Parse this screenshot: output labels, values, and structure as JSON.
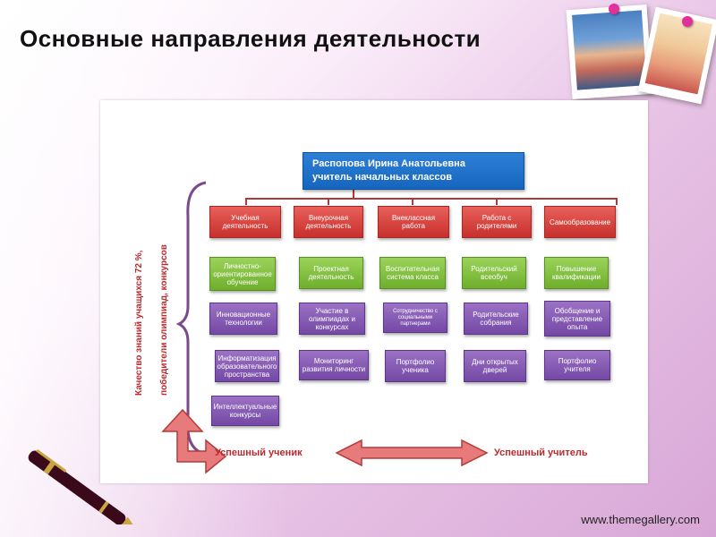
{
  "title": "Основные направления деятельности",
  "head": {
    "line1": "Распопова Ирина Анатольевна",
    "line2": "учитель начальных классов"
  },
  "columns": [
    {
      "header": "Учебная деятельность",
      "items": [
        {
          "text": "Личностно-ориентированное обучение",
          "style": "green"
        },
        {
          "text": "Инновационные технологии",
          "style": "purple"
        },
        {
          "text": "Информатизация образовательного пространства",
          "style": "purple"
        },
        {
          "text": "Интеллектуальные конкурсы",
          "style": "purple"
        }
      ]
    },
    {
      "header": "Внеурочная деятельность",
      "items": [
        {
          "text": "Проектная деятельность",
          "style": "green"
        },
        {
          "text": "Участие в олимпиадах и конкурсах",
          "style": "purple"
        },
        {
          "text": "Мониторинг развития личности",
          "style": "purple"
        }
      ]
    },
    {
      "header": "Внеклассная работа",
      "items": [
        {
          "text": "Воспитательная система класса",
          "style": "green"
        },
        {
          "text": "Сотрудничество с социальными партнерами",
          "style": "purple"
        },
        {
          "text": "Портфолио ученика",
          "style": "purple"
        }
      ]
    },
    {
      "header": "Работа с родителями",
      "items": [
        {
          "text": "Родительский всеобуч",
          "style": "green"
        },
        {
          "text": "Родительские собрания",
          "style": "purple"
        },
        {
          "text": "Дни открытых дверей",
          "style": "purple"
        }
      ]
    },
    {
      "header": "Самообразование",
      "items": [
        {
          "text": "Повышение квалификации",
          "style": "green"
        },
        {
          "text": "Обобщение и представление опыта",
          "style": "purple"
        },
        {
          "text": "Портфолио учителя",
          "style": "purple"
        }
      ]
    }
  ],
  "side_text": {
    "line1": "Качество знаний учащихся 72 %,",
    "line2": "победители олимпиад, конкурсов"
  },
  "bottom": {
    "left": "Успешный ученик",
    "right": "Успешный учитель"
  },
  "footer": "www.themegallery.com"
}
